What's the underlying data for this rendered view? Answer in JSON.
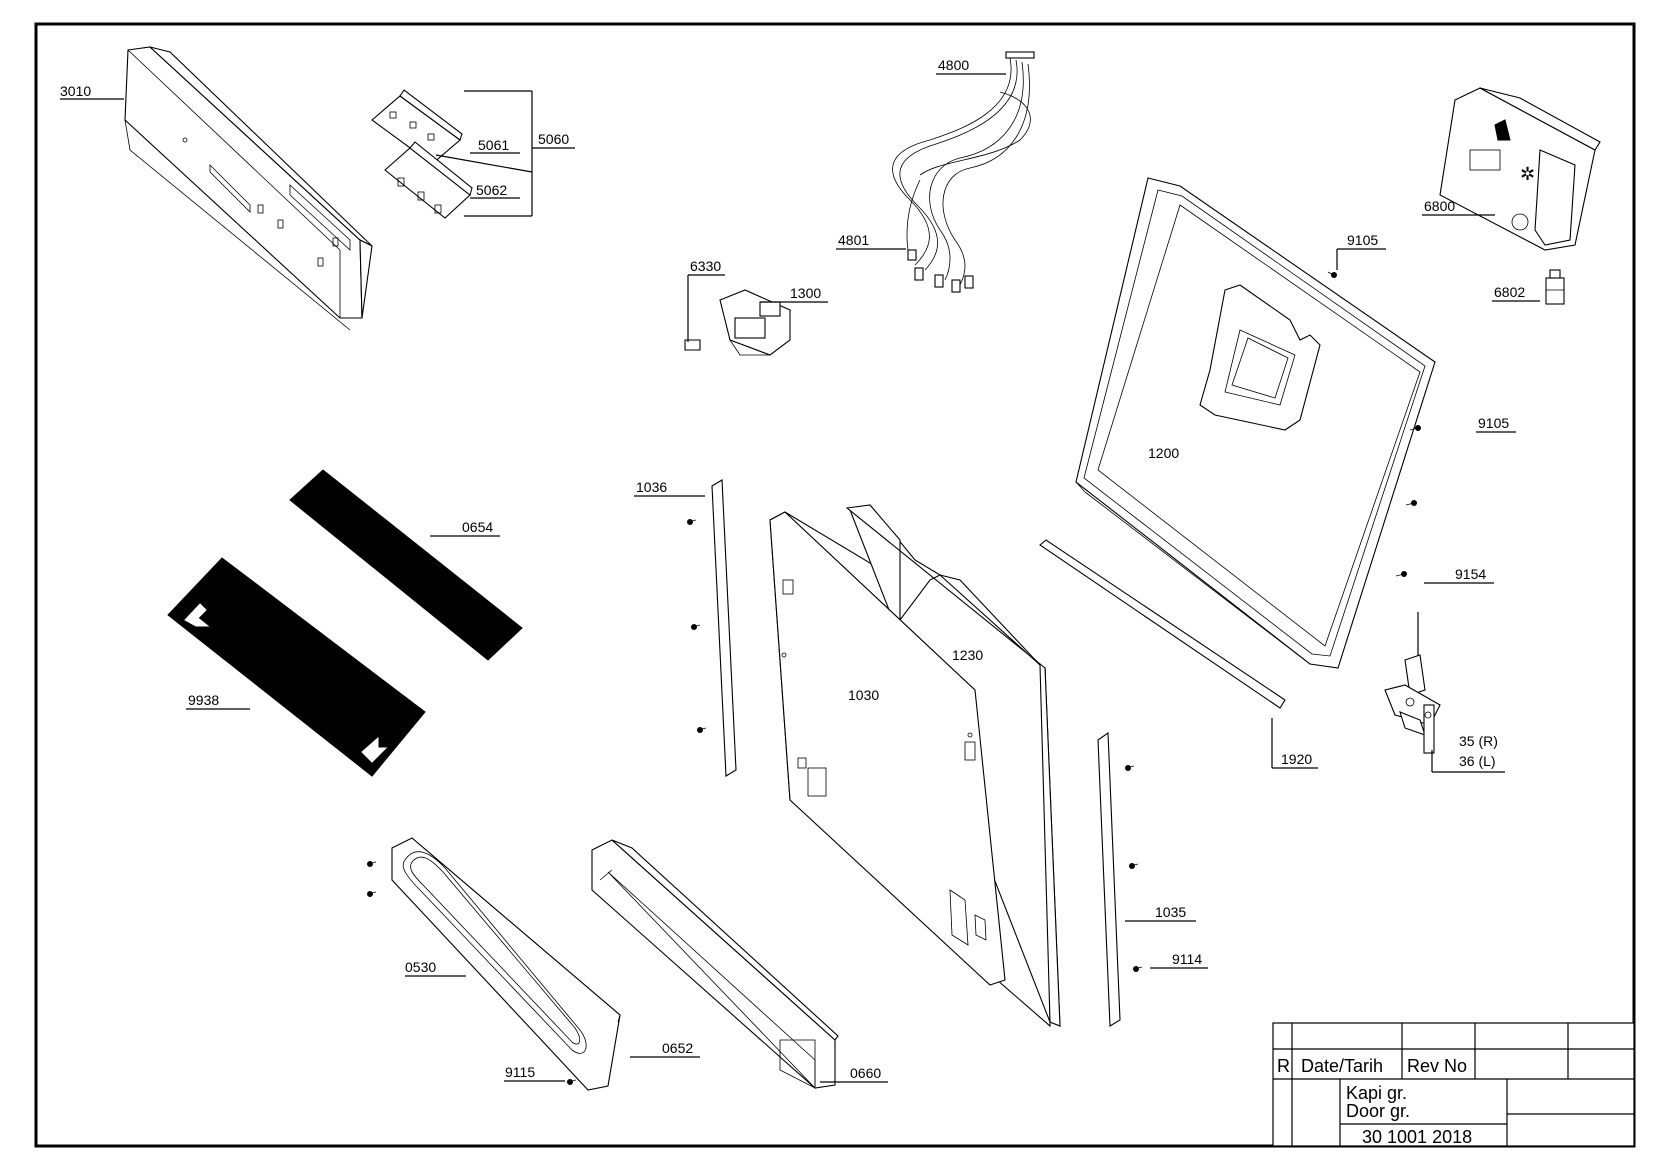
{
  "labels": {
    "p3010": "3010",
    "p5060": "5060",
    "p5061": "5061",
    "p5062": "5062",
    "p4800": "4800",
    "p4801": "4801",
    "p6330": "6330",
    "p1300": "1300",
    "p6800": "6800",
    "p6802": "6802",
    "p9105a": "9105",
    "p9105b": "9105",
    "p1200": "1200",
    "p9154": "9154",
    "p1036": "1036",
    "p0654": "0654",
    "p9938": "9938",
    "p1230": "1230",
    "p1030": "1030",
    "p1920": "1920",
    "p35r": "35 (R)",
    "p36l": "36 (L)",
    "p1035": "1035",
    "p9114": "9114",
    "p0530": "0530",
    "p0652": "0652",
    "p9115": "9115",
    "p0660": "0660"
  },
  "title_block": {
    "col_r": "R",
    "col_date": "Date/Tarih",
    "col_rev": "Rev No",
    "name_line1": "Kapi gr.",
    "name_line2": "Door gr.",
    "drawing_number": "30 1001 2018"
  }
}
